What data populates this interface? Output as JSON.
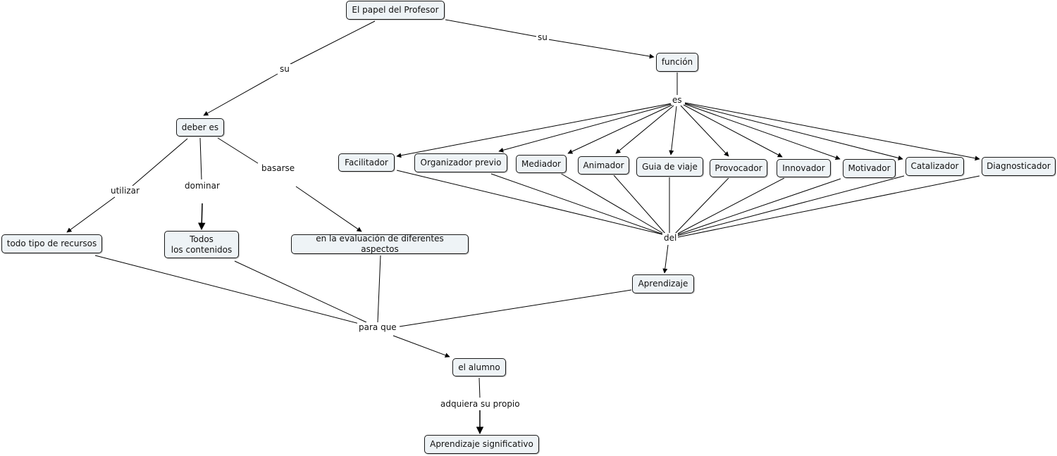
{
  "concepts": {
    "root": "El papel del Profesor",
    "funcion": "función",
    "deber": "deber es",
    "facilitador": "Facilitador",
    "organizador": "Organizador previo",
    "mediador": "Mediador",
    "animador": "Animador",
    "guia": "Guia de viaje",
    "provocador": "Provocador",
    "innovador": "Innovador",
    "motivador": "Motivador",
    "catalizador": "Catalizador",
    "diagnosticador": "Diagnosticador",
    "recursos": "todo tipo de recursos",
    "contenidos": "Todos\n los contenidos",
    "evaluacion": "en la evaluación de diferentes aspectos",
    "aprendizaje": "Aprendizaje",
    "alumno": "el alumno",
    "significativo": "Aprendizaje significativo"
  },
  "links": {
    "su_funcion": "su",
    "su_deber": "su",
    "es": "es",
    "utilizar": "utilizar",
    "dominar": "dominar",
    "basarse": "basarse",
    "del": "del",
    "para_que": "para que",
    "adquiera": "adquiera su propio"
  }
}
